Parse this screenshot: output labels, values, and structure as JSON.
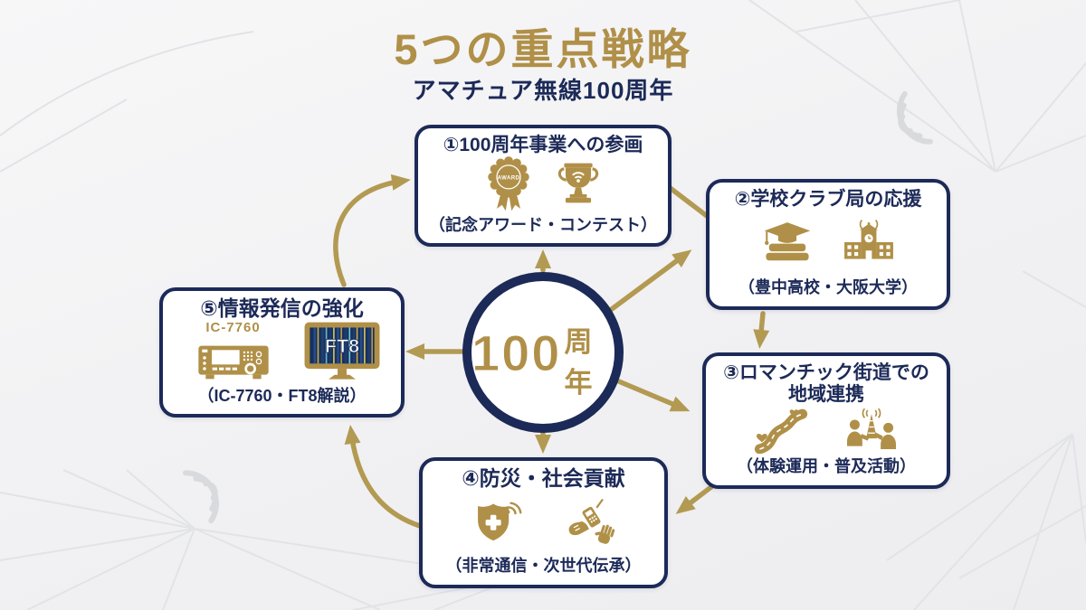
{
  "title": "5つの重点戦略",
  "subtitle": "アマチュア無線100周年",
  "center": {
    "number": "100",
    "suffix": "周年"
  },
  "boxes": [
    {
      "title": "①100周年事業への参画",
      "caption": "（記念アワード・コンテスト）",
      "award_text": "AWARD",
      "icons": [
        "award-medal-icon",
        "trophy-signal-icon"
      ]
    },
    {
      "title": "②学校クラブ局の応援",
      "caption": "（豊中高校・大阪大学）",
      "icons": [
        "books-graduation-icon",
        "school-building-icon"
      ]
    },
    {
      "title": "③ロマンチック街道での",
      "title2": "地域連携",
      "caption": "（体験運用・普及活動）",
      "icons": [
        "road-hearts-icon",
        "people-antenna-icon"
      ]
    },
    {
      "title": "④防災・社会貢献",
      "caption": "（非常通信・次世代伝承）",
      "icons": [
        "shield-signal-icon",
        "radio-handover-icon"
      ]
    },
    {
      "title": "⑤情報発信の強化",
      "caption": "（IC-7760・FT8解説）",
      "radio_label": "IC-7760",
      "monitor_label": "FT8",
      "icons": [
        "transceiver-icon",
        "ft8-monitor-icon"
      ]
    }
  ],
  "colors": {
    "gold": "#b09048",
    "navy": "#1c2a58",
    "background": "#f2f2f3",
    "screen_blue": "#16315f"
  }
}
